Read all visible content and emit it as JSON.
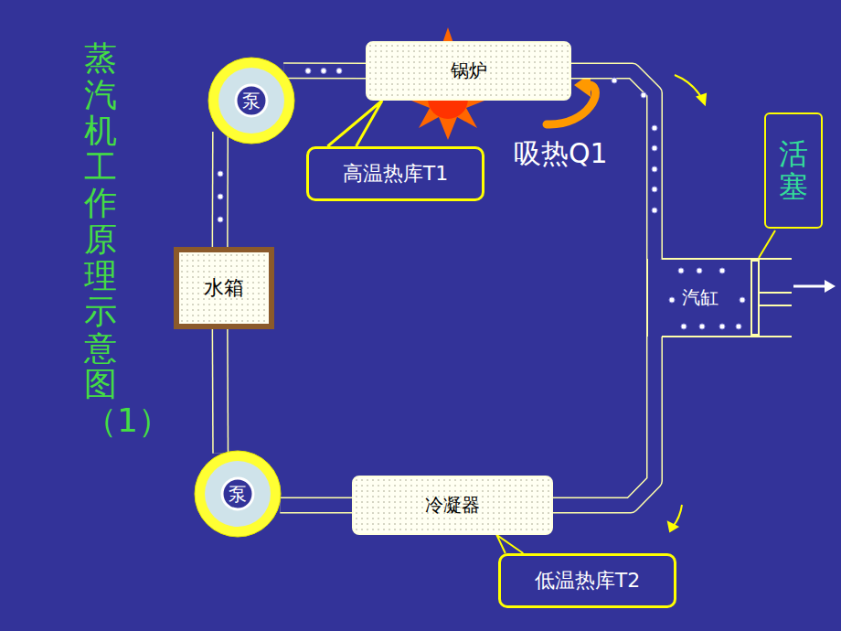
{
  "diagram": {
    "title": "蒸汽机工作原理示意图（1）",
    "nodes": [
      {
        "text": [
          "泵"
        ]
      },
      {
        "text": [
          "锅炉"
        ]
      },
      {
        "text": [
          "高温热库T1"
        ]
      },
      {
        "text": [
          "活塞"
        ]
      },
      {
        "text": [
          "水箱"
        ]
      },
      {
        "text": [
          "汽缸"
        ]
      },
      {
        "text": [
          "泵"
        ]
      },
      {
        "text": [
          "冷凝器"
        ]
      },
      {
        "text": [
          "低温热库T2"
        ]
      }
    ],
    "edges": [
      {
        "from": 0,
        "to": 1,
        "arrow": "none"
      },
      {
        "from": 1,
        "to": 5,
        "arrow": "none"
      },
      {
        "from": 5,
        "to": 7,
        "arrow": "none"
      },
      {
        "from": 7,
        "to": 6,
        "arrow": "none"
      },
      {
        "from": 6,
        "to": 4,
        "arrow": "none"
      },
      {
        "from": 4,
        "to": 0,
        "arrow": "none"
      },
      {
        "from": 2,
        "to": 1,
        "arrow": "none"
      },
      {
        "from": 8,
        "to": 7,
        "arrow": "none"
      }
    ],
    "labels": [
      "吸热Q1"
    ]
  }
}
